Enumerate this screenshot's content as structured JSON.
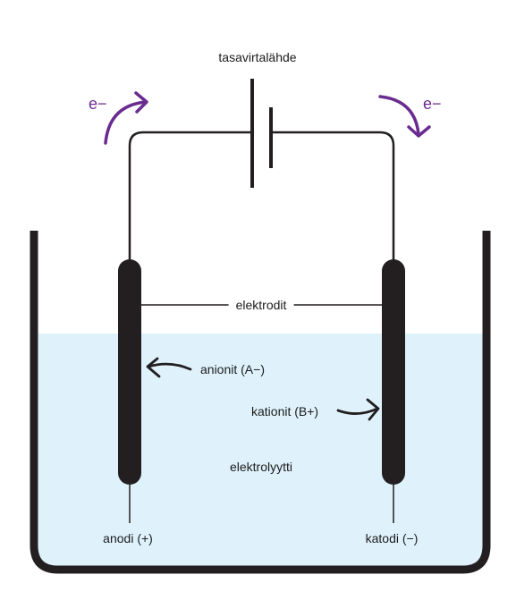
{
  "labels": {
    "power_source": "tasavirtalähde",
    "electrodes": "elektrodit",
    "anions": "anionit (A−)",
    "cations": "kationit (B+)",
    "electrolyte": "elektrolyytti",
    "anode": "anodi (+)",
    "cathode": "katodi (−)",
    "electron_left": "e−",
    "electron_right": "e−"
  },
  "colors": {
    "electron_arrow": "#6a2c8f",
    "electrolyte": "#dff2fc",
    "container": "#231f20",
    "electrode": "#231f20"
  }
}
